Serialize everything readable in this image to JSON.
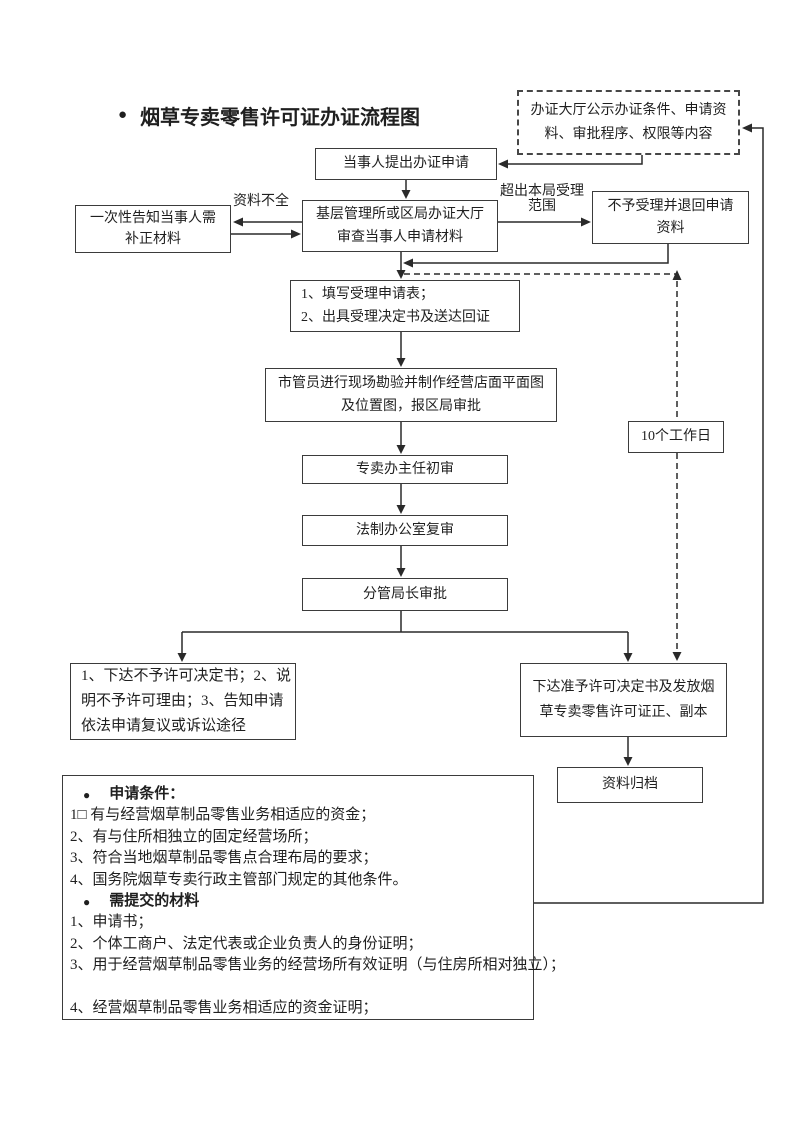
{
  "page": {
    "title_bullet": "●",
    "title": "烟草专卖零售许可证办证流程图"
  },
  "colors": {
    "line": "#2a2a2a",
    "background": "#ffffff",
    "text": "#1f1f1f"
  },
  "nodes": {
    "publicity": {
      "lines": [
        "办证大厅公示办证条件、申请资",
        "料、审批程序、权限等内容"
      ]
    },
    "apply": {
      "lines": [
        "当事人提出办证申请"
      ]
    },
    "review": {
      "lines": [
        "基层管理所或区局办证大厅",
        "审查当事人申请材料"
      ]
    },
    "notify": {
      "lines": [
        "一次性告知当事人需",
        "补正材料"
      ]
    },
    "reject": {
      "lines": [
        "不予受理并退回申请",
        "资料"
      ]
    },
    "accept": {
      "lines": [
        "1、填写受理申请表；",
        "2、出具受理决定书及送达回证"
      ]
    },
    "survey": {
      "lines": [
        "市管员进行现场勘验并制作经营店面平面图",
        "及位置图，报区局审批"
      ]
    },
    "initial_review": {
      "lines": [
        "专卖办主任初审"
      ]
    },
    "legal_review": {
      "lines": [
        "法制办公室复审"
      ]
    },
    "leader_approval": {
      "lines": [
        "分管局长审批"
      ]
    },
    "working_days": {
      "lines": [
        "10个工作日"
      ]
    },
    "deny": {
      "lines": [
        "1、下达不予许可决定书；2、说",
        "明不予许可理由；3、告知申请",
        "依法申请复议或诉讼途径"
      ]
    },
    "grant": {
      "lines": [
        "下达准予许可决定书及发放烟",
        "草专卖零售许可证正、副本"
      ]
    },
    "archive": {
      "lines": [
        "资料归档"
      ]
    }
  },
  "edge_labels": {
    "incomplete": "资料不全",
    "out_of_scope_line1": "超出本局受理",
    "out_of_scope_line2": "范围"
  },
  "requirements": {
    "section1_bullet": "●",
    "section1_title": "申请条件：",
    "section1_items": [
      "1□ 有与经营烟草制品零售业务相适应的资金；",
      "2、有与住所相独立的固定经营场所；",
      "3、符合当地烟草制品零售点合理布局的要求；",
      "4、国务院烟草专卖行政主管部门规定的其他条件。"
    ],
    "section2_bullet": "●",
    "section2_title": "需提交的材料",
    "section2_items": [
      "1、申请书；",
      "2、个体工商户、法定代表或企业负责人的身份证明；",
      "3、用于经营烟草制品零售业务的经营场所有效证明（与住房所相对独立）；",
      "",
      "4、经营烟草制品零售业务相适应的资金证明；"
    ]
  }
}
